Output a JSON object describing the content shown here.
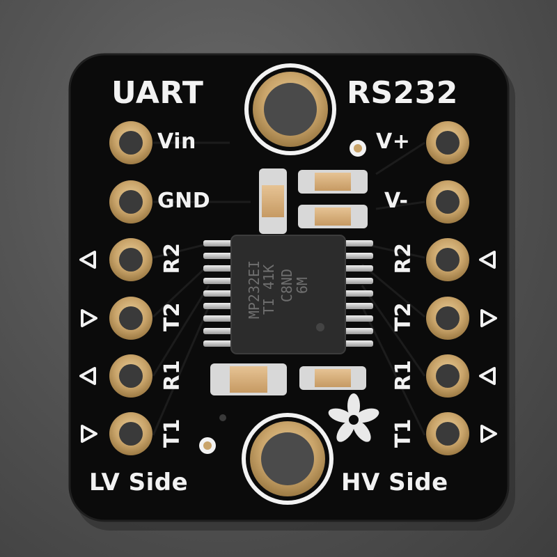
{
  "board": {
    "top_left_label": "UART",
    "top_right_label": "RS232",
    "bottom_left_label": "LV Side",
    "bottom_right_label": "HV Side"
  },
  "left_pins": [
    "Vin",
    "GND",
    "R2",
    "T2",
    "R1",
    "T1"
  ],
  "right_pins": [
    "V+",
    "V-",
    "R2",
    "T2",
    "R1",
    "T1"
  ],
  "chip_marking": [
    "MP232EI",
    "TI 41K",
    "C8ND",
    "6M"
  ],
  "colors": {
    "pcb": "#0b0b0b",
    "gold": "#c9a46a",
    "silkscreen": "#f2f2f2",
    "chip": "#2c2c2c",
    "capacitor": "#d4ab78"
  }
}
